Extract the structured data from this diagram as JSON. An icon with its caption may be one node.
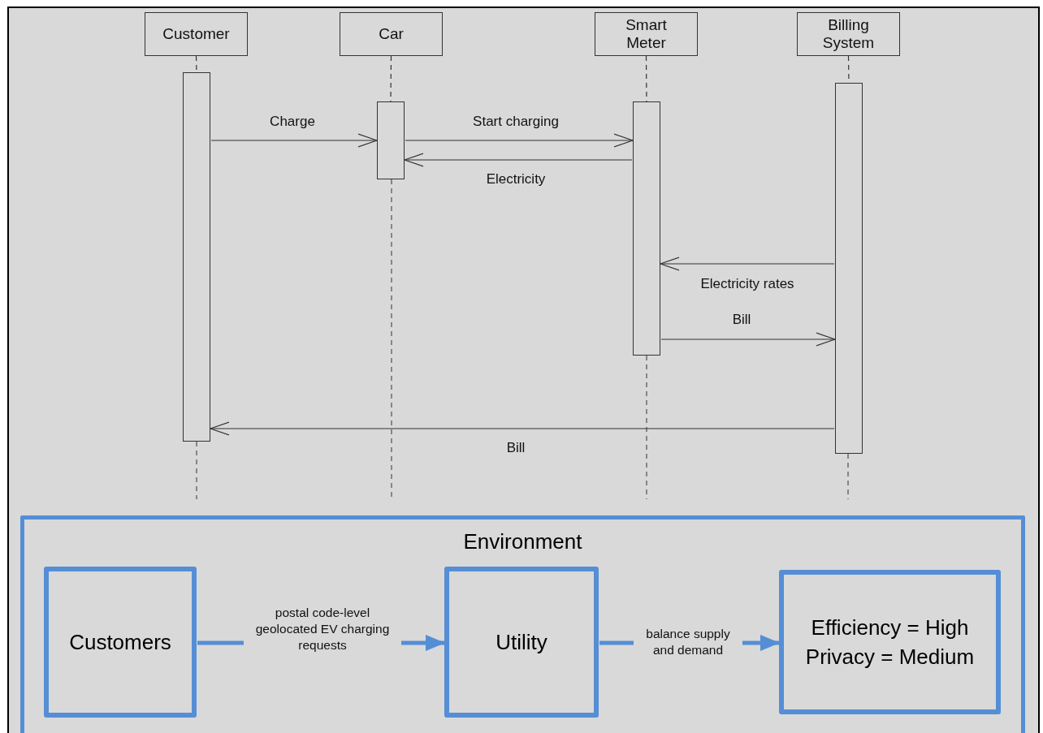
{
  "diagram": {
    "nodes": [
      {
        "text": [
          "Customer"
        ]
      },
      {
        "text": [
          "Car"
        ]
      },
      {
        "text": [
          "Smart Meter"
        ]
      },
      {
        "text": [
          "Billing System"
        ]
      },
      {
        "text": [],
        "shape": "bar"
      },
      {
        "text": [],
        "shape": "bar"
      },
      {
        "text": [],
        "shape": "bar"
      },
      {
        "text": [],
        "shape": "bar"
      },
      {
        "text": [
          "Environment"
        ]
      },
      {
        "text": [
          "Customers"
        ],
        "in": 8
      },
      {
        "text": [
          "Utility"
        ],
        "in": 8
      },
      {
        "text": [
          "Efficiency = High",
          "Privacy = Medium"
        ],
        "in": 8
      }
    ],
    "edges": [
      {
        "from": 0,
        "to": 4,
        "arrow": "none",
        "style": "dashed"
      },
      {
        "from": 1,
        "to": 5,
        "arrow": "none",
        "style": "dashed"
      },
      {
        "from": 2,
        "to": 6,
        "arrow": "none",
        "style": "dashed"
      },
      {
        "from": 3,
        "to": 7,
        "arrow": "none",
        "style": "dashed"
      },
      {
        "from": 4,
        "to": 5,
        "arrow": "to",
        "label": "Charge"
      },
      {
        "from": 5,
        "to": 6,
        "arrow": "to",
        "label": "Start charging"
      },
      {
        "from": 6,
        "to": 5,
        "arrow": "to",
        "label": "Electricity"
      },
      {
        "from": 7,
        "to": 6,
        "arrow": "to",
        "label": "Electricity rates"
      },
      {
        "from": 6,
        "to": 7,
        "arrow": "to",
        "label": "Bill"
      },
      {
        "from": 7,
        "to": 4,
        "arrow": "to",
        "label": "Bill"
      },
      {
        "from": 9,
        "to": 10,
        "arrow": "to",
        "label": "postal code-level geolocated EV charging requests",
        "style": "thick",
        "color": "#558ed5"
      },
      {
        "from": 10,
        "to": 11,
        "arrow": "to",
        "label": "balance supply and demand",
        "style": "thick",
        "color": "#558ed5"
      }
    ]
  }
}
